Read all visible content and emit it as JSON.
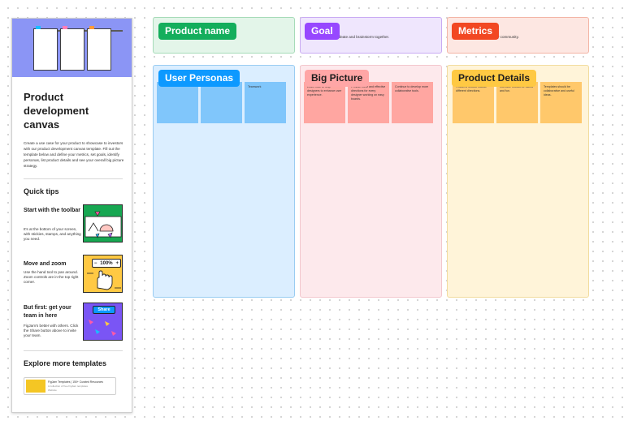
{
  "sidebar": {
    "title": "Product development canvas",
    "description": "Create a use case for your product to showcase to investors with our product development canvas template. Fill out the template below and define your metrics, set goals, identify personas, list product details and see your overall big picture strategy.",
    "quick_tips_heading": "Quick tips",
    "tips": [
      {
        "title": "Start with the toolbar",
        "body": "It's at the bottom of your screen, with stickies, stamps, and anything you need."
      },
      {
        "title": "Move and zoom",
        "body": "Use the hand tool to pan around. Zoom controls are in the top right corner.",
        "zoom_label": "100%",
        "zoom_minus": "−",
        "zoom_plus": "+"
      },
      {
        "title": "But first: get your team in here",
        "body": "FigJam's better with others. Click the Share button above to invite your team.",
        "share_label": "Share"
      }
    ],
    "explore_heading": "Explore more templates",
    "template_card": {
      "title": "FigJam Templates | 150+ Curated Resources",
      "subtitle": "A collection of free FigJam templates",
      "meta": "Website"
    }
  },
  "sections": {
    "product_name": {
      "label": "Product name",
      "color": "#14ae5c",
      "bg": "#e3f5e9",
      "border": "#a6dbb8"
    },
    "goal": {
      "label": "Goal",
      "color": "#9747ff",
      "bg": "#efe6fd",
      "border": "#c9abf3",
      "hint": "Use this space to ideate and brainstorm together."
    },
    "metrics": {
      "label": "Metrics",
      "color": "#f24822",
      "bg": "#fde7e2",
      "border": "#f3b5a6",
      "hint": "What should be tracked by community."
    },
    "user_personas": {
      "label": "User Personas",
      "color": "#0d99ff",
      "bg": "#dbeeff",
      "border": "#99ccf2",
      "stickies": [
        "",
        "",
        "Teamwork"
      ]
    },
    "big_picture": {
      "label": "Big Picture",
      "color": "#ffa6a6",
      "bg": "#fde9ec",
      "border": "#f3c7cd",
      "stickies": [
        "Learn how to help designers to enhance user experience.",
        "Provide clear and effective directions for every designer working on easy boards.",
        "Continue to develop more collaborative tools."
      ]
    },
    "product_details": {
      "label": "Product Details",
      "color": "#ffc943",
      "bg": "#fff4d9",
      "border": "#f2dc9f",
      "stickies": [
        "Features should include different directions.",
        "Interface should be useful and fun.",
        "Templates should be collaborative and useful ideas."
      ]
    }
  }
}
